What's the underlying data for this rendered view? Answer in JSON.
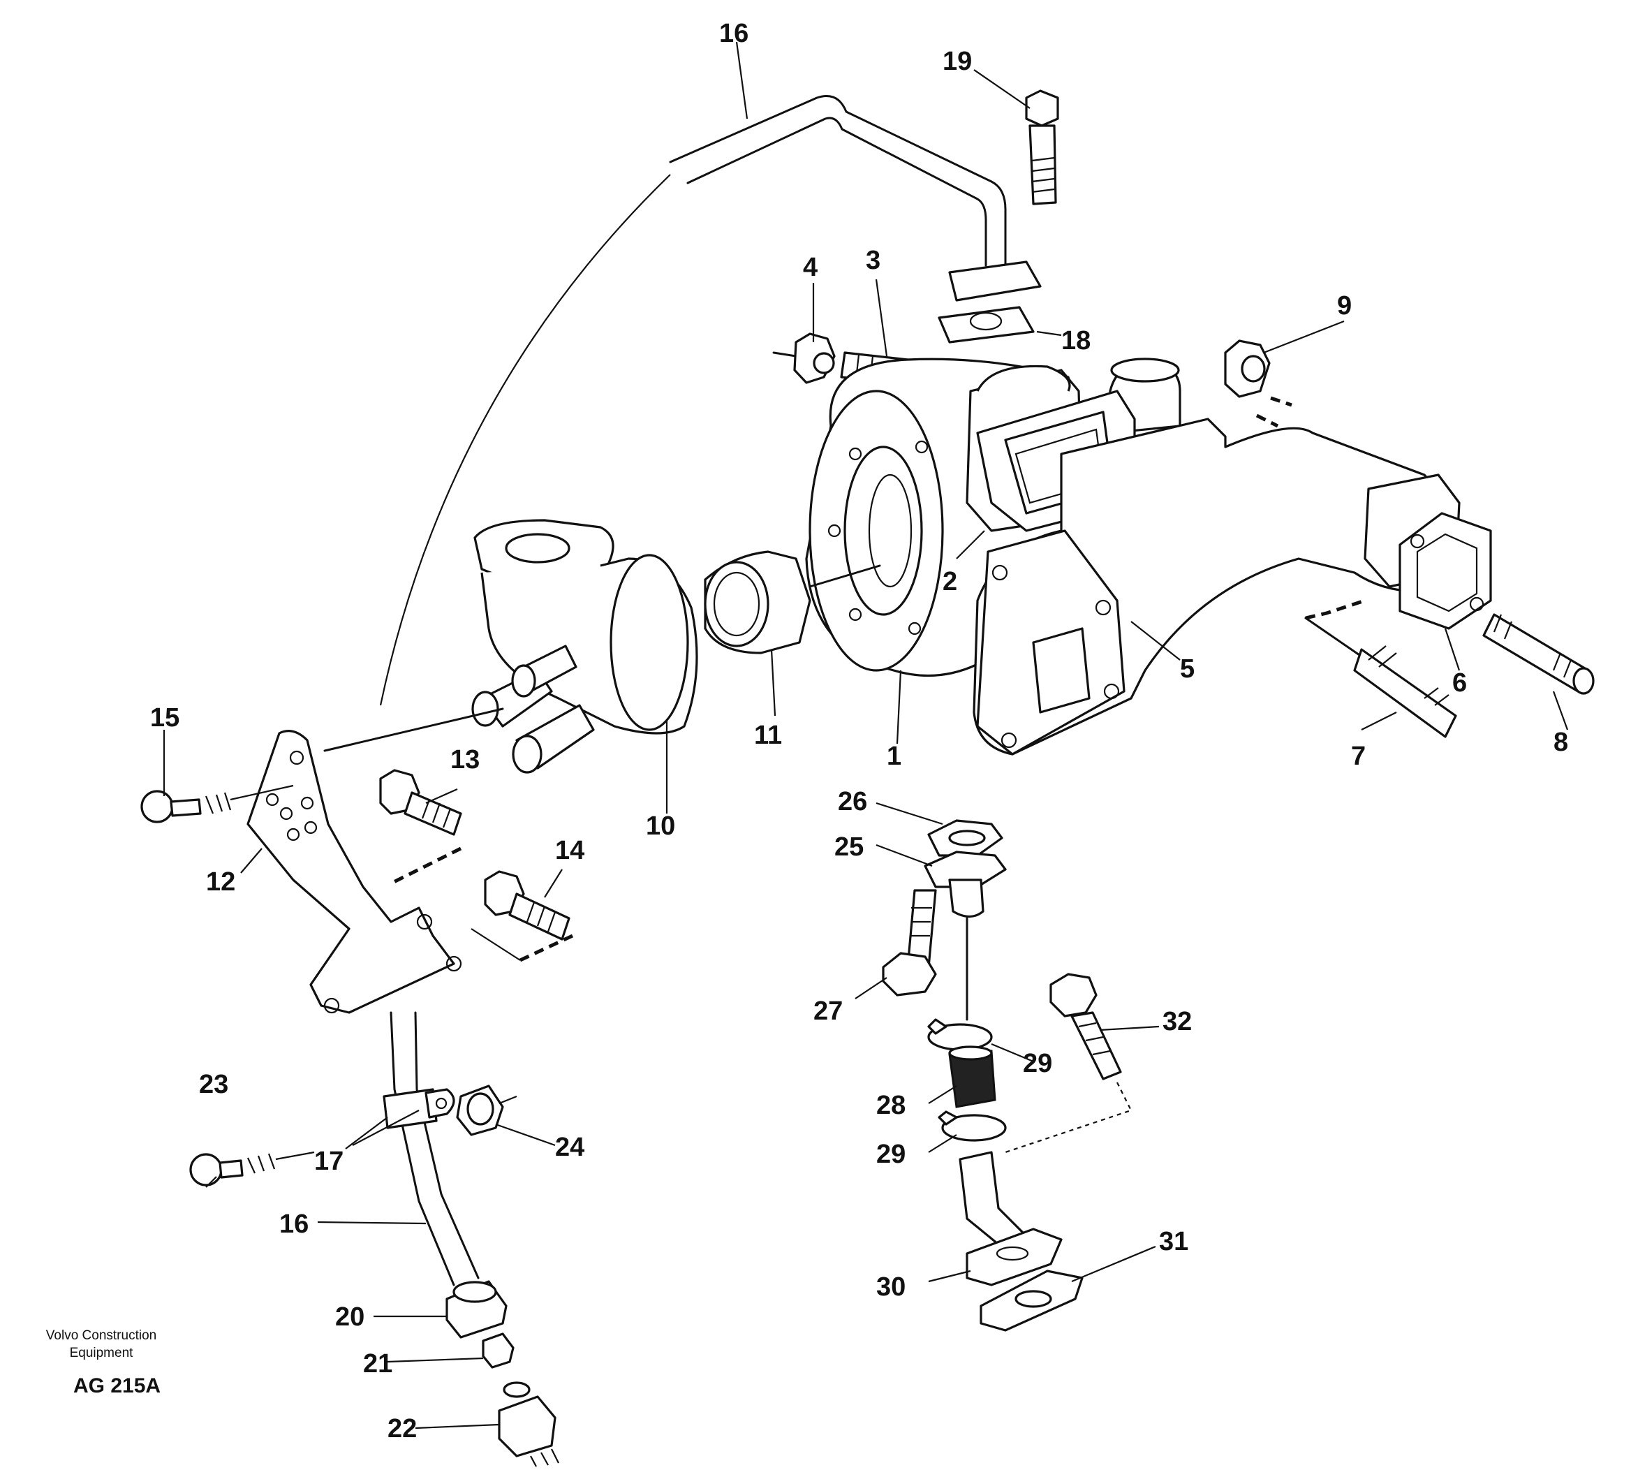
{
  "callouts": [
    {
      "id": "1",
      "label": "1"
    },
    {
      "id": "2",
      "label": "2"
    },
    {
      "id": "3",
      "label": "3"
    },
    {
      "id": "4",
      "label": "4"
    },
    {
      "id": "5",
      "label": "5"
    },
    {
      "id": "6",
      "label": "6"
    },
    {
      "id": "7",
      "label": "7"
    },
    {
      "id": "8",
      "label": "8"
    },
    {
      "id": "9",
      "label": "9"
    },
    {
      "id": "10",
      "label": "10"
    },
    {
      "id": "11",
      "label": "11"
    },
    {
      "id": "12",
      "label": "12"
    },
    {
      "id": "13",
      "label": "13"
    },
    {
      "id": "14",
      "label": "14"
    },
    {
      "id": "15",
      "label": "15"
    },
    {
      "id": "16a",
      "label": "16"
    },
    {
      "id": "16b",
      "label": "16"
    },
    {
      "id": "17",
      "label": "17"
    },
    {
      "id": "18",
      "label": "18"
    },
    {
      "id": "19",
      "label": "19"
    },
    {
      "id": "20",
      "label": "20"
    },
    {
      "id": "21",
      "label": "21"
    },
    {
      "id": "22",
      "label": "22"
    },
    {
      "id": "23",
      "label": "23"
    },
    {
      "id": "24",
      "label": "24"
    },
    {
      "id": "25",
      "label": "25"
    },
    {
      "id": "26",
      "label": "26"
    },
    {
      "id": "27",
      "label": "27"
    },
    {
      "id": "28",
      "label": "28"
    },
    {
      "id": "29a",
      "label": "29"
    },
    {
      "id": "29b",
      "label": "29"
    },
    {
      "id": "30",
      "label": "30"
    },
    {
      "id": "31",
      "label": "31"
    },
    {
      "id": "32",
      "label": "32"
    }
  ],
  "footer": {
    "brand_line1": "Volvo Construction",
    "brand_line2": "Equipment",
    "code": "AG 215A"
  }
}
